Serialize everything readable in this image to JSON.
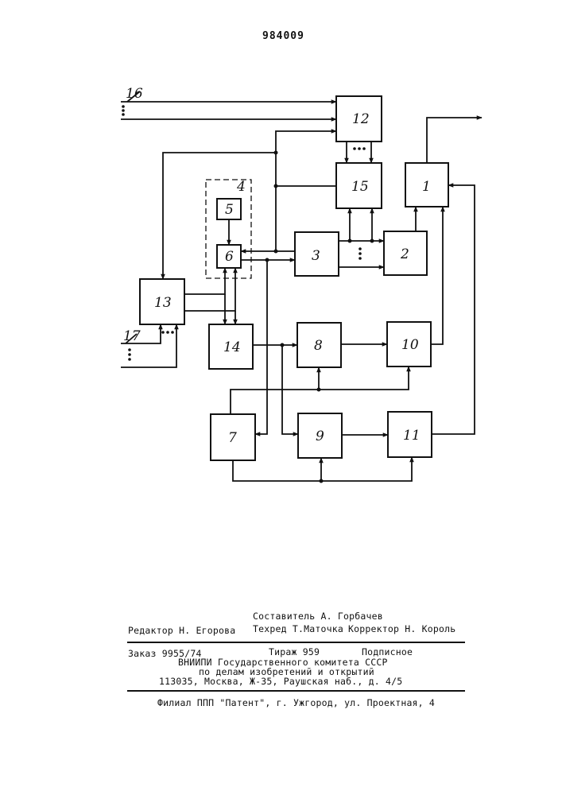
{
  "header": {
    "patent_number": "984009"
  },
  "diagram": {
    "blocks": [
      {
        "id": "b1",
        "label": "1"
      },
      {
        "id": "b2",
        "label": "2"
      },
      {
        "id": "b3",
        "label": "3"
      },
      {
        "id": "b5",
        "label": "5"
      },
      {
        "id": "b6",
        "label": "6"
      },
      {
        "id": "b7",
        "label": "7"
      },
      {
        "id": "b8",
        "label": "8"
      },
      {
        "id": "b9",
        "label": "9"
      },
      {
        "id": "b10",
        "label": "10"
      },
      {
        "id": "b11",
        "label": "11"
      },
      {
        "id": "b12",
        "label": "12"
      },
      {
        "id": "b13",
        "label": "13"
      },
      {
        "id": "b14",
        "label": "14"
      },
      {
        "id": "b15",
        "label": "15"
      }
    ],
    "group_label": "4",
    "bus_labels": {
      "bus16": "16",
      "bus17": "17"
    }
  },
  "footer": {
    "compiler": "Составитель А. Горбачев",
    "editor": "Редактор Н. Егорова",
    "techred": "Техред Т.Маточка",
    "corrector": "Корректор Н. Король",
    "order": "Заказ 9955/74",
    "circulation": "Тираж 959",
    "subscription": "Подписное",
    "org_line1": "ВНИИПИ Государственного комитета СССР",
    "org_line2": "по делам изобретений и открытий",
    "address": "113035, Москва, Ж-35, Раушская наб., д. 4/5",
    "branch": "Филиал ППП \"Патент\", г. Ужгород, ул. Проектная, 4"
  }
}
